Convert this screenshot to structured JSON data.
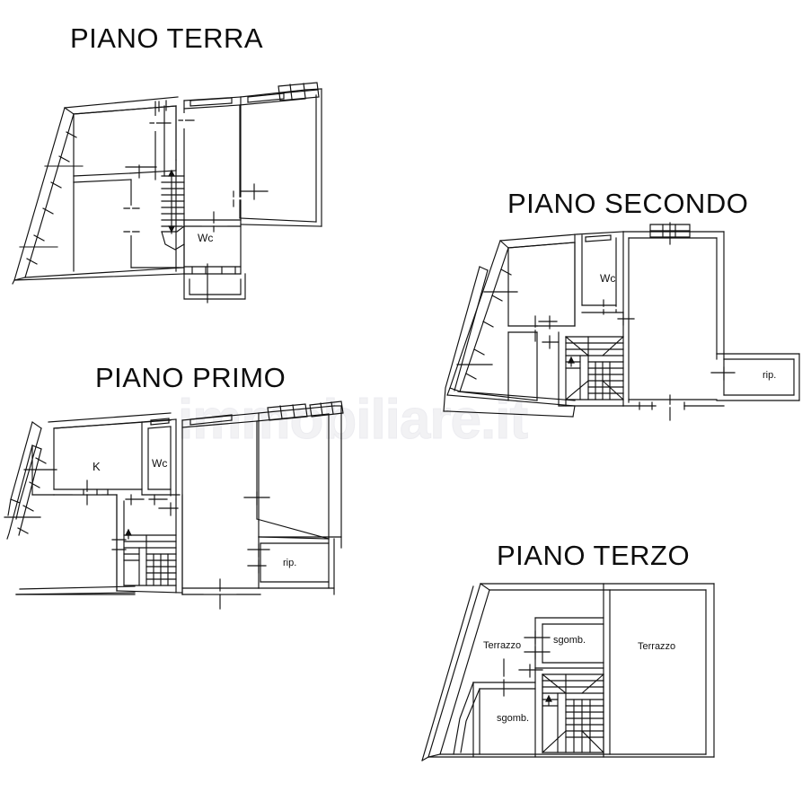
{
  "document": {
    "type": "floor-plan",
    "language": "it",
    "watermark": "immobiliare.it",
    "background_color": "#ffffff",
    "line_color": "#111111",
    "watermark_color": "#f0f0f3"
  },
  "floors": [
    {
      "id": "piano-terra",
      "title": "PIANO TERRA",
      "rooms": [
        {
          "id": "terra-wc",
          "label": "Wc"
        }
      ]
    },
    {
      "id": "piano-primo",
      "title": "PIANO PRIMO",
      "rooms": [
        {
          "id": "primo-k",
          "label": "K"
        },
        {
          "id": "primo-wc",
          "label": "Wc"
        },
        {
          "id": "primo-rip",
          "label": "rip."
        }
      ]
    },
    {
      "id": "piano-secondo",
      "title": "PIANO SECONDO",
      "rooms": [
        {
          "id": "secondo-wc",
          "label": "Wc"
        },
        {
          "id": "secondo-rip",
          "label": "rip."
        }
      ]
    },
    {
      "id": "piano-terzo",
      "title": "PIANO TERZO",
      "rooms": [
        {
          "id": "terzo-terrazzo-left",
          "label": "Terrazzo"
        },
        {
          "id": "terzo-sgomb-upper",
          "label": "sgomb."
        },
        {
          "id": "terzo-terrazzo-right",
          "label": "Terrazzo"
        },
        {
          "id": "terzo-sgomb-lower",
          "label": "sgomb."
        }
      ]
    }
  ]
}
